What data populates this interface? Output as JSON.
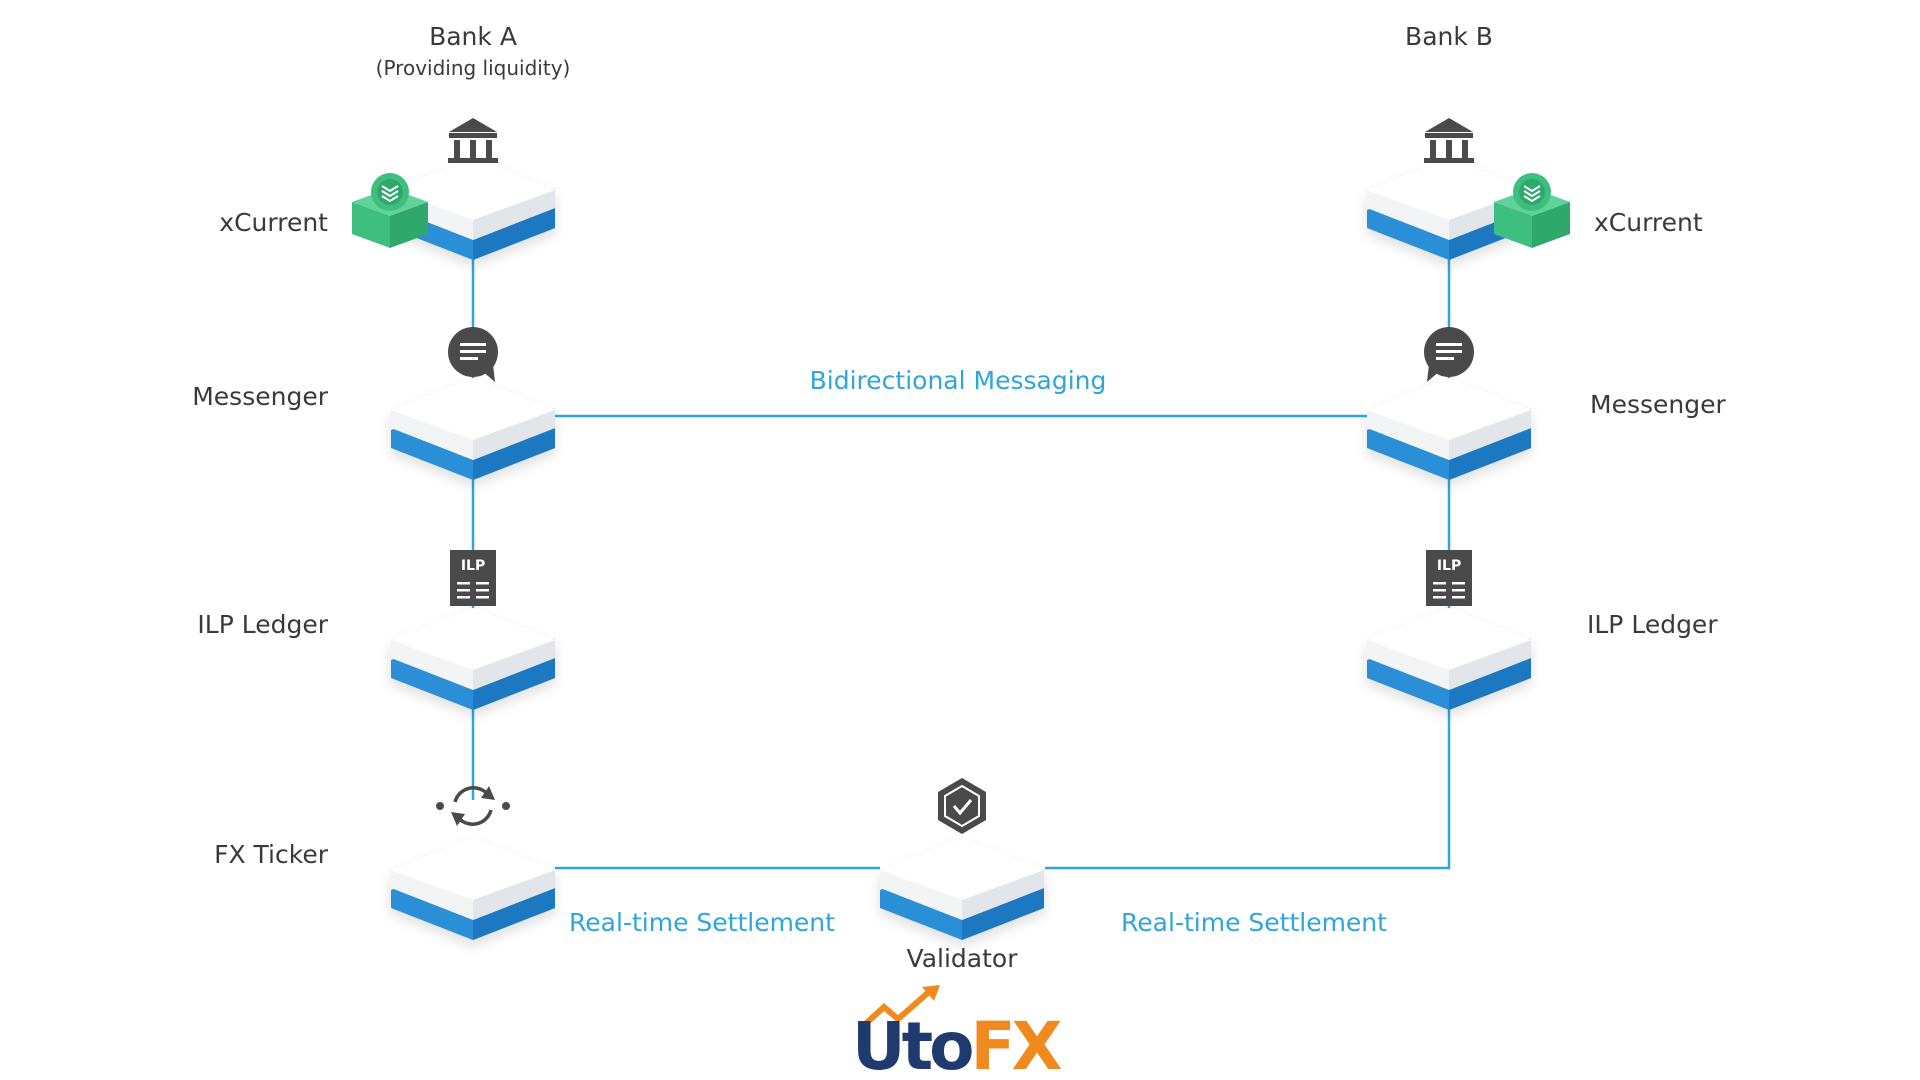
{
  "title_bank_a": "Bank A",
  "subtitle_bank_a": "(Providing liquidity)",
  "title_bank_b": "Bank B",
  "labels": {
    "xcurrent_left": "xCurrent",
    "xcurrent_right": "xCurrent",
    "messenger_left": "Messenger",
    "messenger_right": "Messenger",
    "ilp_left": "ILP Ledger",
    "ilp_right": "ILP Ledger",
    "fx_ticker": "FX Ticker",
    "validator": "Validator"
  },
  "connections": {
    "bidirectional": "Bidirectional Messaging",
    "settlement_left": "Real-time Settlement",
    "settlement_right": "Real-time Settlement"
  },
  "ilp_badge": "ILP",
  "logo": {
    "part_dark": "Uto",
    "part_orange": "FX"
  },
  "colors": {
    "line": "#2ea6dc",
    "platform_blue": "#2c8fd6",
    "icon_gray": "#4a4a4a",
    "xcurrent_green": "#3fbf7f",
    "logo_navy": "#1f3a6e",
    "logo_orange": "#f08a1f"
  },
  "icons": [
    "bank-icon",
    "chat-icon",
    "ilp-ledger-icon",
    "sync-icon",
    "shield-check-icon",
    "xcurrent-icon"
  ]
}
